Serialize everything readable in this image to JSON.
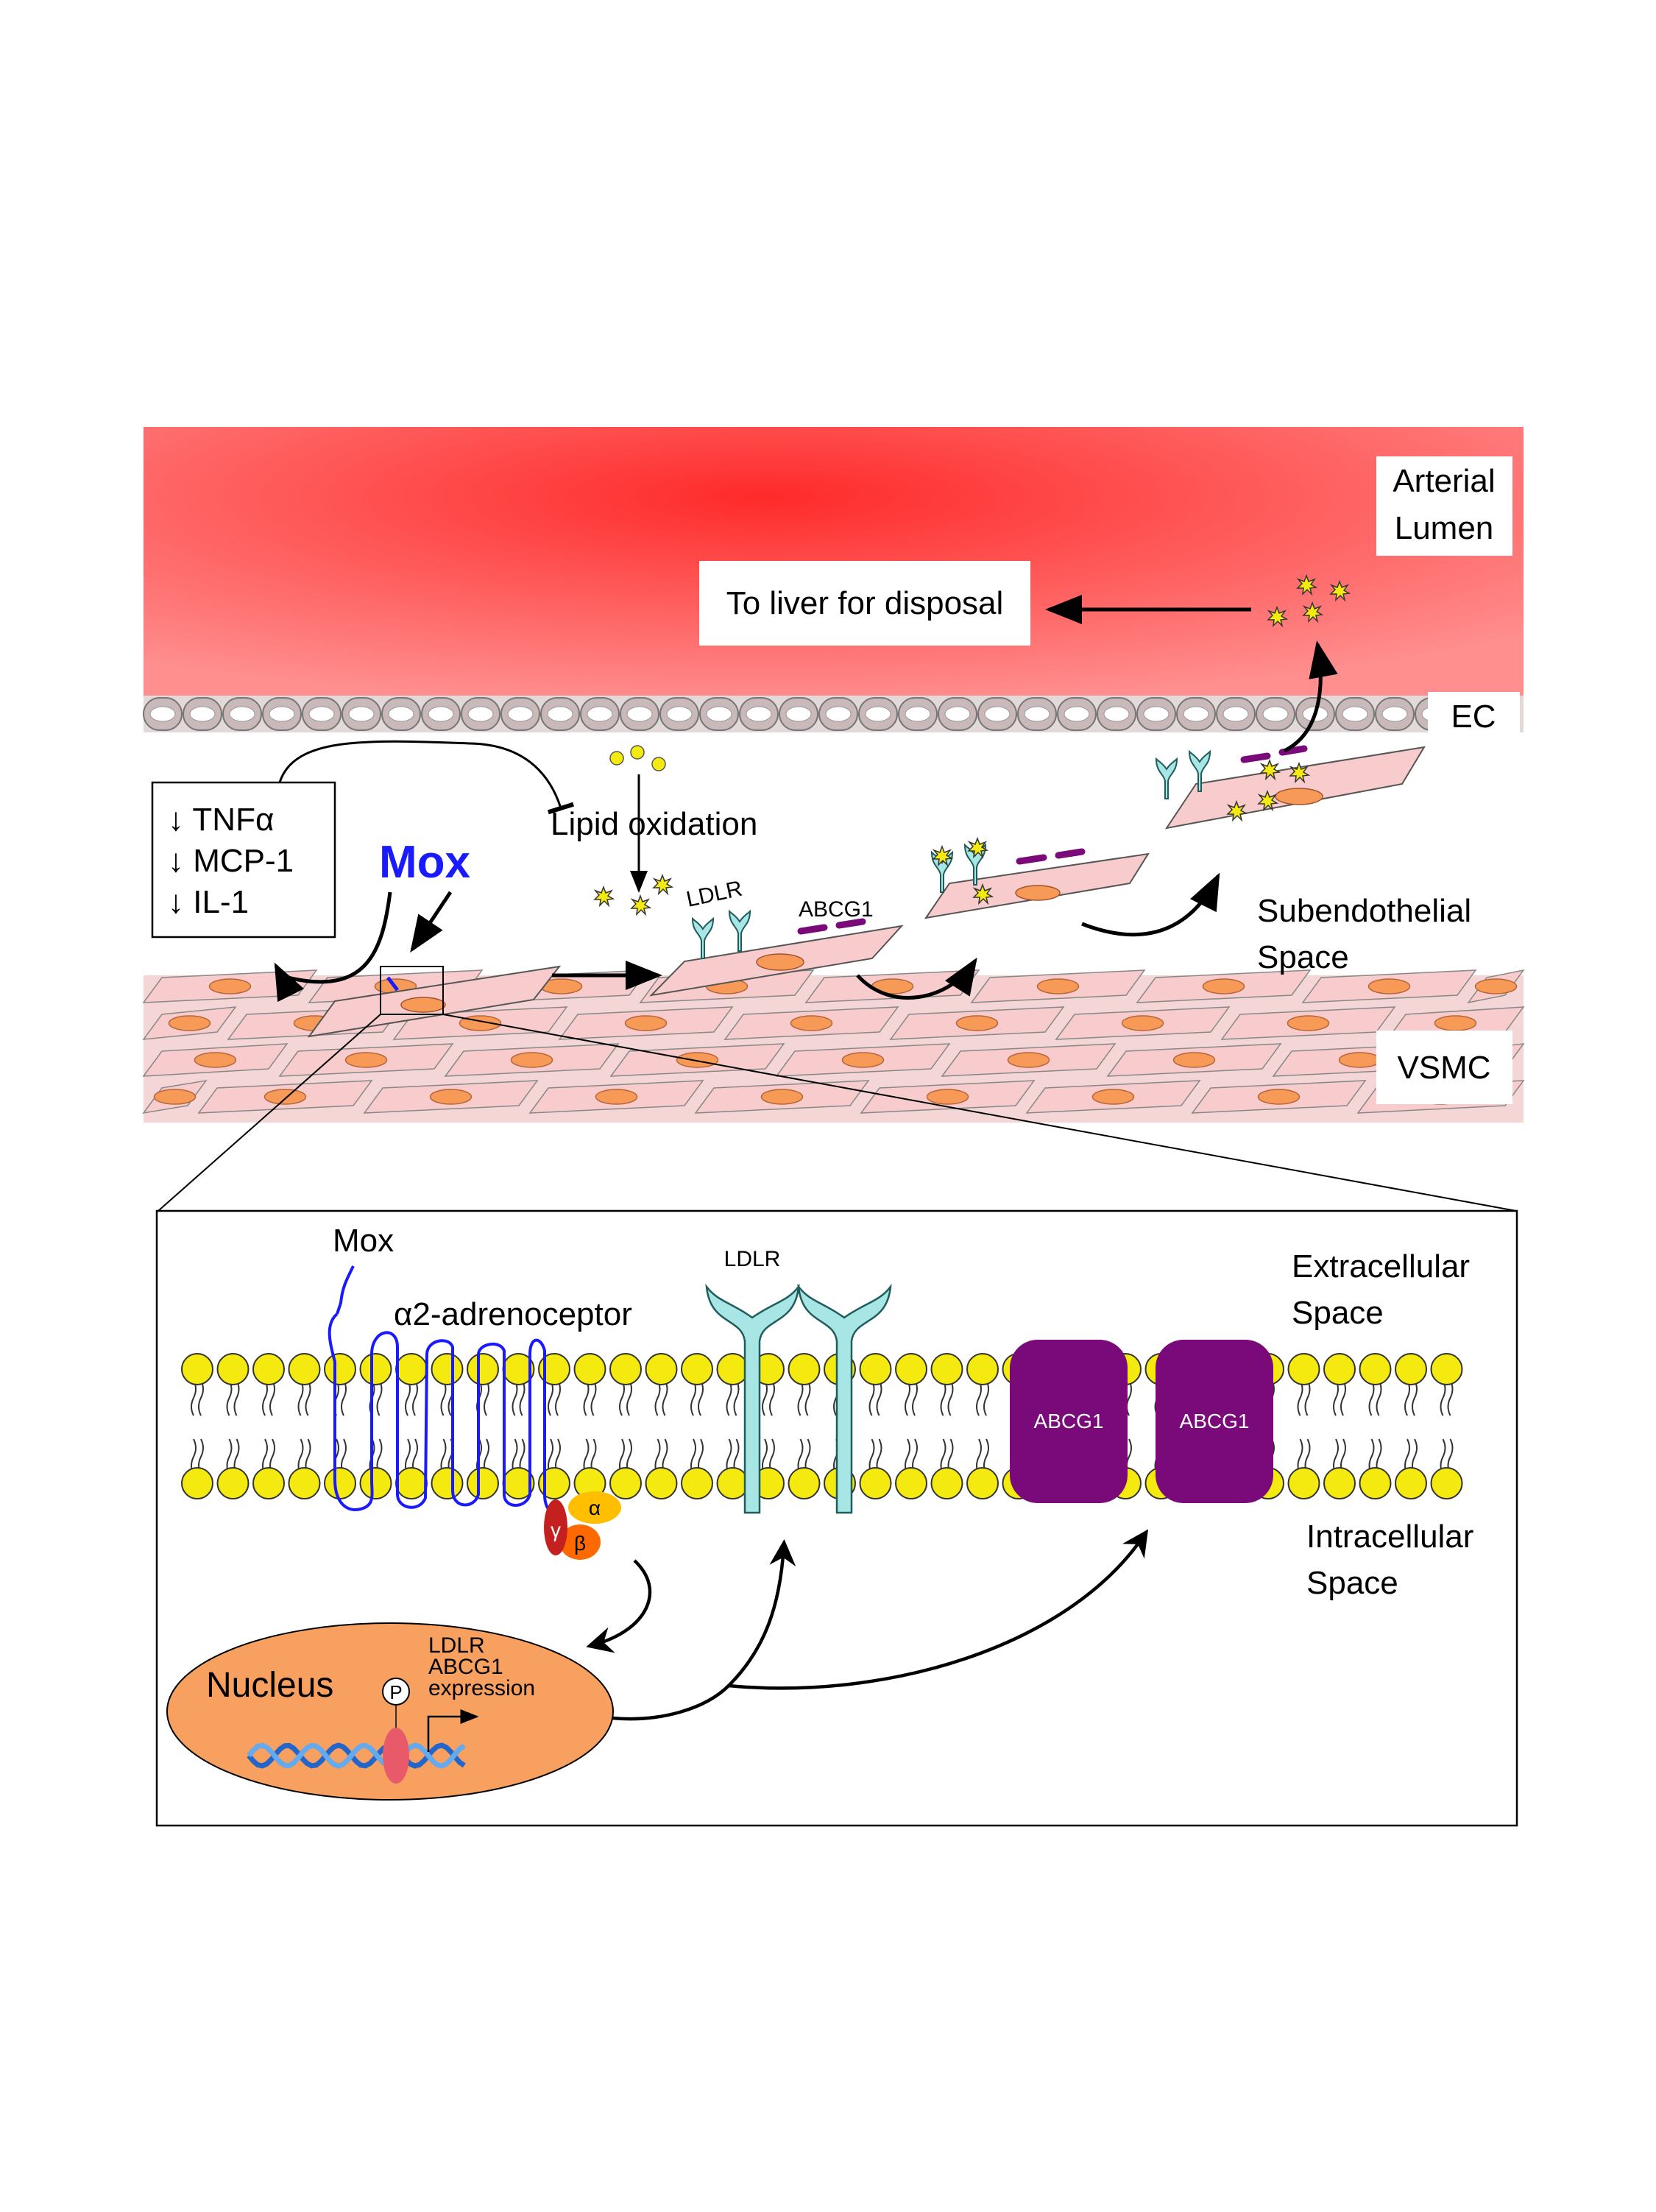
{
  "labels": {
    "arterial_lumen_line1": "Arterial",
    "arterial_lumen_line2": "Lumen",
    "to_liver": "To liver for disposal",
    "ec": "EC",
    "subendothelial_line1": "Subendothelial",
    "subendothelial_line2": "Space",
    "vsmc": "VSMC",
    "lipid_oxidation": "Lipid oxidation",
    "mox_top": "Mox",
    "ldlr_top": "LDLR",
    "abcg1_top": "ABCG1",
    "cytokine_tnf": "↓ TNFα",
    "cytokine_mcp": "↓ MCP-1",
    "cytokine_il": "↓ IL-1",
    "inset_mox": "Mox",
    "inset_receptor": "α2-adrenoceptor",
    "inset_ldlr": "LDLR",
    "extracellular_line1": "Extracellular",
    "extracellular_line2": "Space",
    "intracellular_line1": "Intracellular",
    "intracellular_line2": "Space",
    "abcg1_a": "ABCG1",
    "abcg1_b": "ABCG1",
    "g_gamma": "γ",
    "g_alpha": "α",
    "g_beta": "β",
    "nucleus": "Nucleus",
    "phospho": "P",
    "expr_line1": "LDLR",
    "expr_line2": "ABCG1",
    "expr_line3": "expression"
  },
  "colors": {
    "lumen_center": "#ff2a2a",
    "lumen_edge": "#ff8f8f",
    "endothelium": "#c9b9b9",
    "vsmc_cell": "#f8cccc",
    "vsmc_nucleus": "#f79a57",
    "mox": "#1a1aff",
    "ldlr": "#a8e6e6",
    "abcg1": "#7a0a7a",
    "lipid_head": "#f4ea10",
    "nucleus": "#f7a060"
  }
}
